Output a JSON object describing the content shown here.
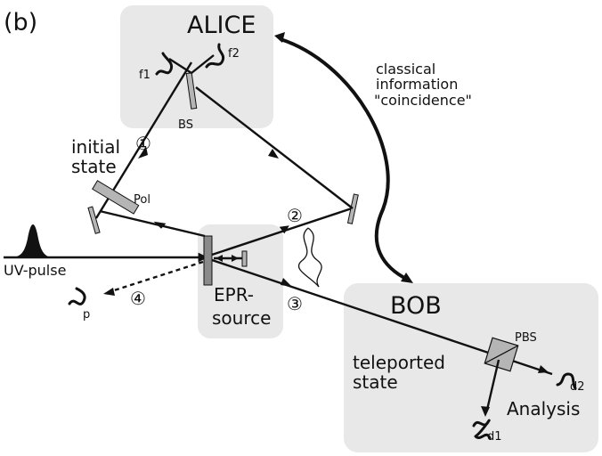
{
  "panel_label": "(b)",
  "boxes": {
    "alice": "ALICE",
    "bob": "BOB",
    "epr": [
      "EPR-",
      "source"
    ]
  },
  "labels": {
    "initial_state": [
      "initial",
      "state"
    ],
    "pol": "Pol",
    "bs": "BS",
    "pbs": "PBS",
    "uv_pulse": "UV-pulse",
    "teleported_state": [
      "teleported",
      "state"
    ],
    "analysis": "Analysis",
    "classical_info": [
      "classical",
      "information",
      "\"coincidence\""
    ]
  },
  "detectors": {
    "f1": "f1",
    "f2": "f2",
    "d1": "d1",
    "d2": "d2",
    "p": "p"
  },
  "modes": [
    "①",
    "②",
    "③",
    "④"
  ],
  "colors": {
    "box_fill": "#e8e8e8",
    "line": "#111111",
    "optic_fill": "#b5b5b5"
  }
}
